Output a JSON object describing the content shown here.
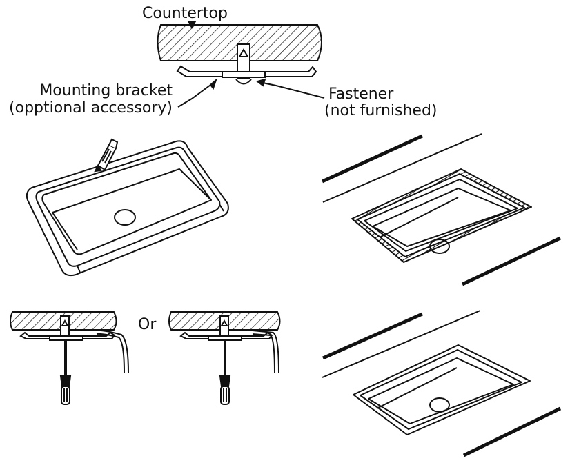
{
  "labels": {
    "countertop": "Countertop",
    "bracket_line1": "Mounting bracket",
    "bracket_line2": "(opptional accessory)",
    "fastener_line1": "Fastener",
    "fastener_line2": "(not furnished)",
    "or": "Or"
  },
  "colors": {
    "ink": "#111111",
    "background": "#ffffff"
  }
}
